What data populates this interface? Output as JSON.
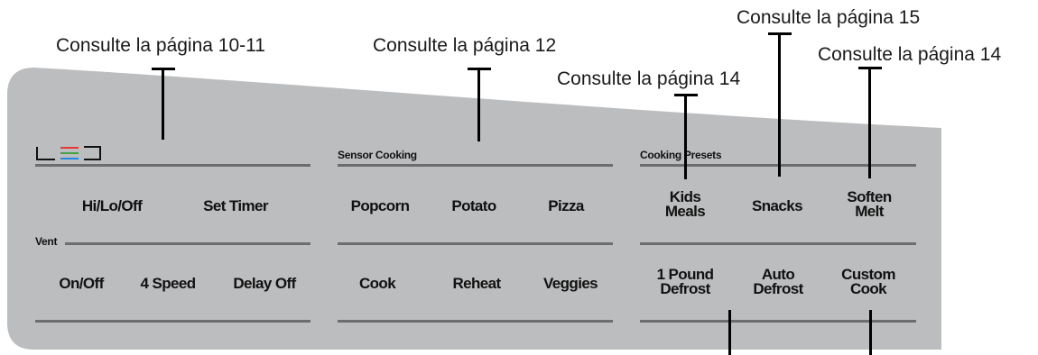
{
  "callouts": {
    "timer_ref": "Consulte la página 10-11",
    "sensor_ref": "Consulte la página 12",
    "kids_ref": "Consulte la página 14",
    "snacks_ref": "Consulte la página 15",
    "soften_ref": "Consulte la página 14"
  },
  "sections": {
    "sensor_cooking": "Sensor Cooking",
    "cooking_presets": "Cooking Presets",
    "vent": "Vent"
  },
  "buttons": {
    "hi_lo_off": "Hi/Lo/Off",
    "set_timer": "Set Timer",
    "vent_on_off": "On/Off",
    "four_speed": "4 Speed",
    "delay_off": "Delay Off",
    "popcorn": "Popcorn",
    "potato": "Potato",
    "pizza": "Pizza",
    "cook": "Cook",
    "reheat": "Reheat",
    "veggies": "Veggies",
    "kids_meals": "Kids\nMeals",
    "snacks": "Snacks",
    "soften_melt": "Soften\nMelt",
    "one_pound_defrost": "1 Pound\nDefrost",
    "auto_defrost": "Auto\nDefrost",
    "custom_cook": "Custom\nCook"
  },
  "colors": {
    "panel": "#bcbdbf",
    "divider": "#6d6d6d",
    "led_red": "#e53935",
    "led_green": "#43a047",
    "led_blue": "#1e88e5"
  }
}
